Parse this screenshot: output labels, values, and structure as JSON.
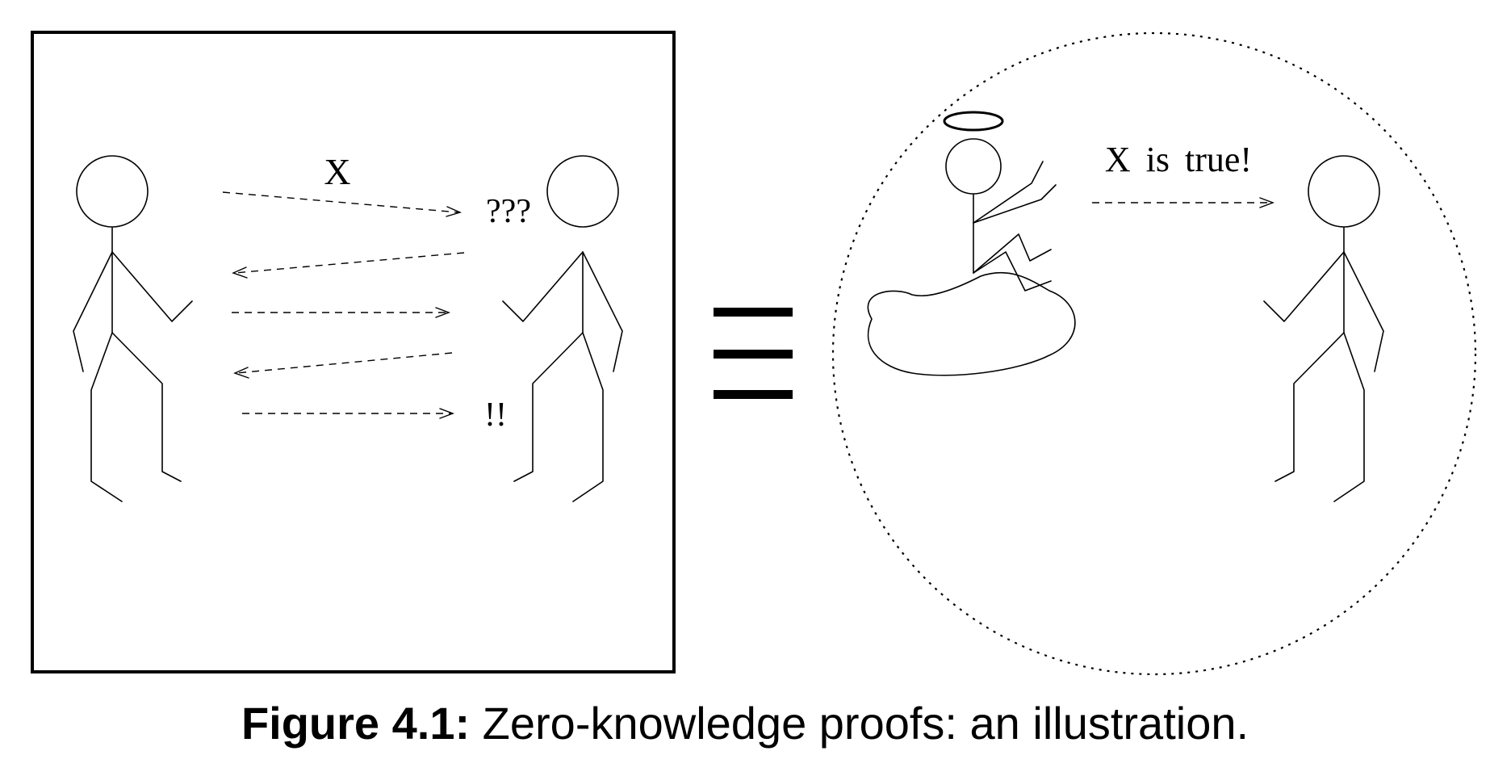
{
  "interaction_panel": {
    "statement_label": "X",
    "question_label": "???",
    "conviction_label": "!!"
  },
  "equivalence_symbol": "≡",
  "oracle_panel": {
    "message_label": "X is true!"
  },
  "caption": {
    "label": "Figure 4.1:",
    "text": "Zero-knowledge proofs: an illustration."
  }
}
